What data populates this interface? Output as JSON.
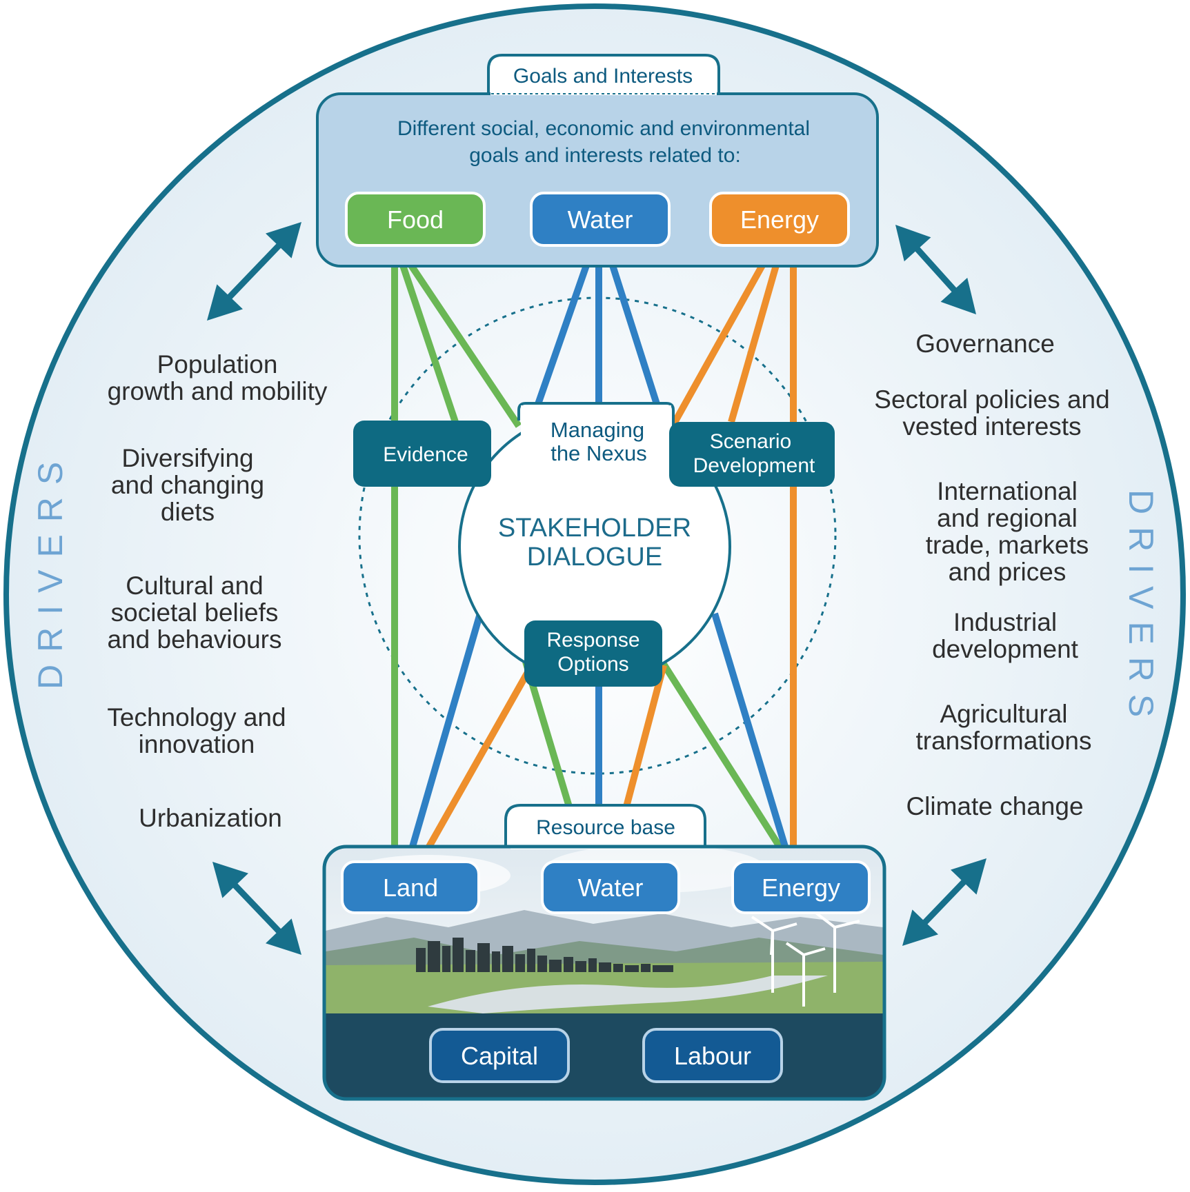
{
  "side_label_left": "DRIVERS",
  "side_label_right": "DRIVERS",
  "goals": {
    "tab": "Goals and Interests",
    "description": [
      "Different social, economic and environmental",
      "goals and interests related to:"
    ],
    "items": [
      "Food",
      "Water",
      "Energy"
    ]
  },
  "center": {
    "title": [
      "STAKEHOLDER",
      "DIALOGUE"
    ],
    "managing": [
      "Managing",
      "the Nexus"
    ],
    "evidence": "Evidence",
    "scenario": [
      "Scenario",
      "Development"
    ],
    "response": [
      "Response",
      "Options"
    ]
  },
  "resource": {
    "tab": "Resource base",
    "items": [
      "Land",
      "Water",
      "Energy"
    ],
    "bottom": [
      "Capital",
      "Labour"
    ]
  },
  "drivers_left": [
    [
      "Population",
      "growth and mobility"
    ],
    [
      "Diversifying",
      "and changing",
      "diets"
    ],
    [
      "Cultural and",
      "societal beliefs",
      "and behaviours"
    ],
    [
      "Technology and",
      "innovation"
    ],
    [
      "Urbanization"
    ]
  ],
  "drivers_right": [
    [
      "Governance"
    ],
    [
      "Sectoral policies and",
      "vested interests"
    ],
    [
      "International",
      "and regional",
      "trade, markets",
      "and prices"
    ],
    [
      "Industrial",
      "development"
    ],
    [
      "Agricultural",
      "transformations"
    ],
    [
      "Climate change"
    ]
  ],
  "colors": {
    "food": "#6ab755",
    "water": "#2f80c4",
    "energy": "#ee8f2c",
    "teal": "#0e6a82",
    "panel": "#b8d3e8",
    "ring": "#17708b",
    "navy": "#1d4a60"
  }
}
